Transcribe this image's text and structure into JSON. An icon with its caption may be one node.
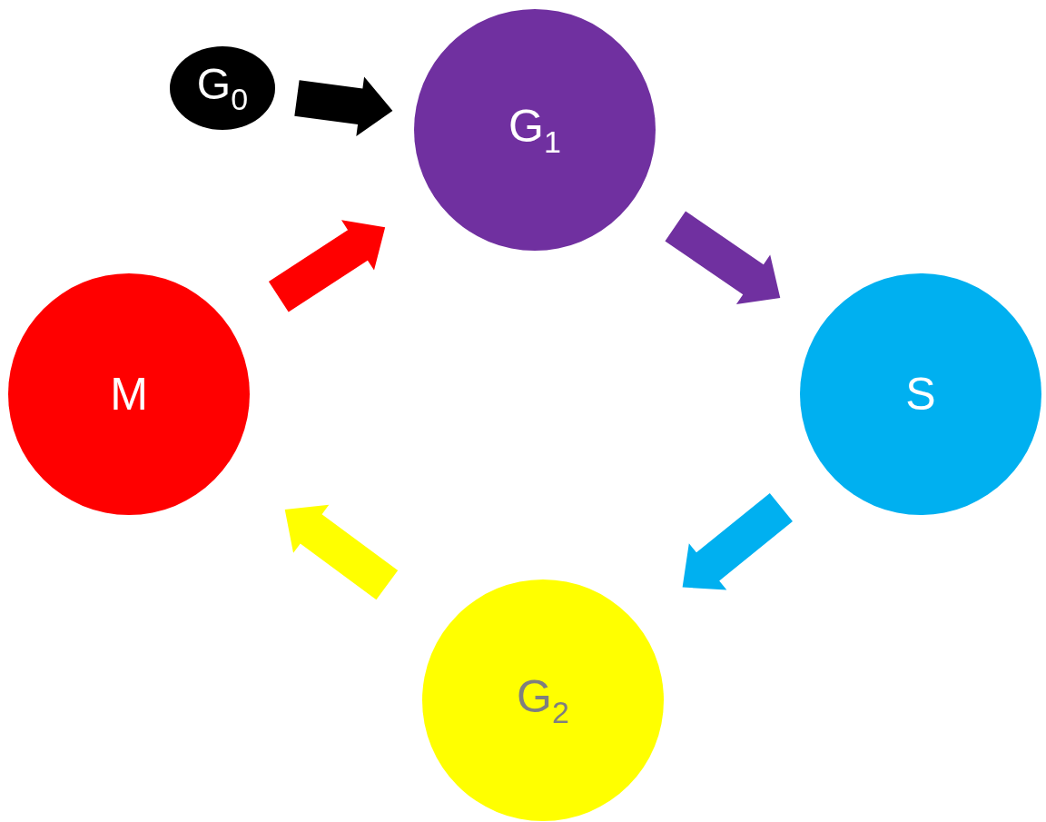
{
  "diagram": {
    "nodes": [
      {
        "text": [
          "G$_{0}$"
        ]
      },
      {
        "text": [
          "G$_{1}$"
        ]
      },
      {
        "text": [
          "S"
        ]
      },
      {
        "text": [
          "G$_{2}$"
        ]
      },
      {
        "text": [
          "M"
        ]
      }
    ],
    "edges": [
      {
        "from": 0,
        "to": 1,
        "arrow": "to",
        "style": "thick",
        "color": "#000000"
      },
      {
        "from": 1,
        "to": 2,
        "arrow": "to",
        "style": "thick",
        "color": "#7030a0"
      },
      {
        "from": 2,
        "to": 3,
        "arrow": "to",
        "style": "thick",
        "color": "#00b0f0"
      },
      {
        "from": 3,
        "to": 4,
        "arrow": "to",
        "style": "thick",
        "color": "#ffff00"
      },
      {
        "from": 4,
        "to": 1,
        "arrow": "to",
        "style": "thick",
        "color": "#ff0000"
      }
    ]
  }
}
